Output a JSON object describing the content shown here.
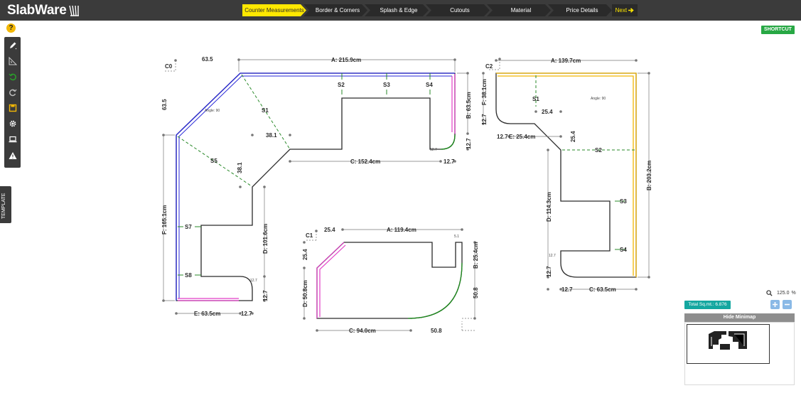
{
  "brand": {
    "name": "SlabWare"
  },
  "steps": [
    {
      "label": "Counter Measurements",
      "active": true
    },
    {
      "label": "Border & Corners",
      "active": false
    },
    {
      "label": "Splash & Edge",
      "active": false
    },
    {
      "label": "Cutouts",
      "active": false
    },
    {
      "label": "Material",
      "active": false
    },
    {
      "label": "Price Details",
      "active": false
    }
  ],
  "next_label": "Next",
  "help_label": "?",
  "toolbar": {
    "tools": [
      "pencil-icon",
      "measure-icon",
      "undo-icon",
      "redo-icon",
      "save-icon",
      "settings-icon",
      "laptop-icon",
      "warning-icon"
    ]
  },
  "template_label": "TEMPLATE",
  "shortcut_label": "SHORTCUT",
  "colors": {
    "accent": "#ffe800",
    "blue_edge": "#2a2ad8",
    "pink_edge": "#e23ec8",
    "yellow_edge": "#f2b705",
    "green_edge": "#1d8a1d",
    "seam": "#2a8a2a"
  },
  "piece1": {
    "corner": "C0",
    "top_left": "63.5",
    "side_left": "63.5",
    "dim_a": "A: 215.9cm",
    "dim_b": "B: 63.5cm",
    "dim_c": "C: 152.4cm",
    "dim_d": "D: 101.6cm",
    "dim_e": "E: 63.5cm",
    "dim_f": "F: 165.1cm",
    "seams": [
      "S1",
      "S2",
      "S3",
      "S4",
      "S5",
      "S7",
      "S8"
    ],
    "angle": "Angle: 90",
    "d381a": "38.1",
    "d381b": "38.1",
    "d127a": "12.7",
    "d127b": "12.7",
    "d127c": "12.7",
    "d127d": "12.7",
    "s127a": "12.7",
    "s127b": "12.7"
  },
  "piece2": {
    "corner": "C1",
    "d254": "25.4",
    "dim_a": "A: 119.4cm",
    "d51": "5.1",
    "side_left": "25.4",
    "dim_b": "B: 25.4cm",
    "dim_d": "D: 50.8cm",
    "dim_c": "C: 94.0cm",
    "r508a": "50.8",
    "r508b": "50.8"
  },
  "piece3": {
    "corner": "C2",
    "dim_a": "A: 139.7cm",
    "dim_b": "B: 203.2cm",
    "dim_c": "C: 63.5cm",
    "dim_d": "D: 114.3cm",
    "dim_e": "E: 25.4cm",
    "dim_f": "F: 38.1cm",
    "seams": [
      "S1",
      "S2",
      "S3",
      "S4"
    ],
    "angle": "Angle: 90",
    "d254a": "25.4",
    "d254b": "25.4",
    "d127a": "12.7",
    "d127b": "12.7",
    "d127c": "12.7",
    "d127d": "12.7",
    "s127": "12.7"
  },
  "zoom": {
    "value": "125.0",
    "unit": "%"
  },
  "total_label": "Total Sq.mt.: 6.876",
  "minimap_toggle": "Hide Minimap"
}
